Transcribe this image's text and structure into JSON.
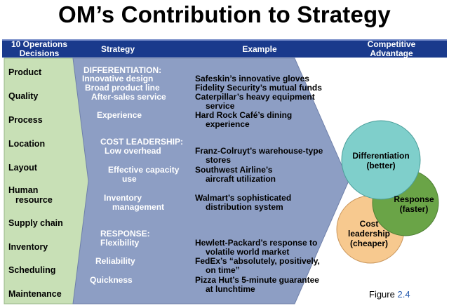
{
  "title": "OM’s Contribution to Strategy",
  "header": {
    "decisions": "10 Operations Decisions",
    "decisions_line1": "10 Operations",
    "decisions_line2": "Decisions",
    "strategy": "Strategy",
    "example": "Example",
    "advantage_line1": "Competitive",
    "advantage_line2": "Advantage"
  },
  "decisions": [
    "Product",
    "Quality",
    "Process",
    "Location",
    "Layout",
    "Human resource",
    "Supply chain",
    "Inventory",
    "Scheduling",
    "Maintenance"
  ],
  "human_resource_lines": [
    "Human",
    "resource"
  ],
  "strategy": {
    "differentiation_heading": "DIFFERENTIATION:",
    "innovative_design": "Innovative design",
    "broad_product_line": "Broad product line",
    "after_sales_service": "After-sales service",
    "experience": "Experience",
    "cost_heading": "COST LEADERSHIP:",
    "low_overhead": "Low overhead",
    "effective_capacity_line1": "Effective capacity",
    "effective_capacity_line2": "use",
    "inventory_mgmt_line1": "Inventory",
    "inventory_mgmt_line2": "management",
    "response_heading": "RESPONSE:",
    "flexibility": "Flexibility",
    "reliability": "Reliability",
    "quickness": "Quickness"
  },
  "examples": {
    "safeskin": "Safeskin’s innovative gloves",
    "fidelity": "Fidelity Security’s mutual funds",
    "caterpillar_1": "Caterpillar’s heavy equipment",
    "caterpillar_2": "service",
    "hardrock_1": "Hard Rock Café’s dining",
    "hardrock_2": "experience",
    "franz_1": "Franz-Colruyt’s warehouse-type",
    "franz_2": "stores",
    "southwest_1": "Southwest Airline’s",
    "southwest_2": "aircraft utilization",
    "walmart_1": "Walmart’s sophisticated",
    "walmart_2": "distribution system",
    "hp_1": "Hewlett-Packard’s response to",
    "hp_2": "volatile world market",
    "fedex_1": "FedEx’s “absolutely, positively,",
    "fedex_2": "on time”",
    "pizza_1": "Pizza Hut’s 5-minute guarantee",
    "pizza_2": "at lunchtime"
  },
  "advantages": {
    "differentiation_1": "Differentiation",
    "differentiation_2": "(better)",
    "response_1": "Response",
    "response_2": "(faster)",
    "cost_1": "Cost",
    "cost_2": "leadership",
    "cost_3": "(cheaper)"
  },
  "figure": {
    "label": "Figure",
    "number": "2.4"
  },
  "colors": {
    "header": "#1a3a8c",
    "decisions_arrow": "#c8e0b6",
    "strategy_arrow": "#8d9ec4",
    "differentiation_circle": "#7fcfcb",
    "response_circle": "#6aa447",
    "cost_circle": "#f7c98f"
  }
}
